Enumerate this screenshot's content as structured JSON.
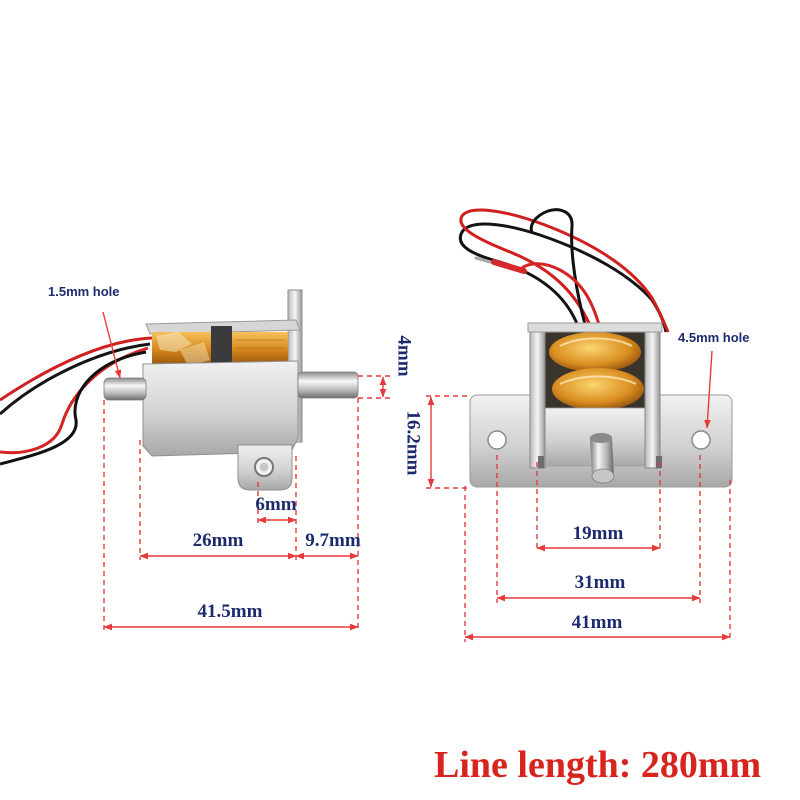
{
  "left_solenoid": {
    "hole_label": "1.5mm hole",
    "dimensions": {
      "shaft_height": "4mm",
      "tab_width": "6mm",
      "body_length": "26mm",
      "shaft_extension": "9.7mm",
      "overall_length": "41.5mm"
    }
  },
  "right_solenoid": {
    "hole_label": "4.5mm hole",
    "dimensions": {
      "plate_height": "16.2mm",
      "body_width": "19mm",
      "hole_spacing": "31mm",
      "plate_width": "41mm"
    }
  },
  "caption": "Line length: 280mm",
  "colors": {
    "dimension_line": "#e8393a",
    "dimension_text": "#1c2b6f",
    "caption_text": "#d8241f",
    "background": "#ffffff"
  }
}
